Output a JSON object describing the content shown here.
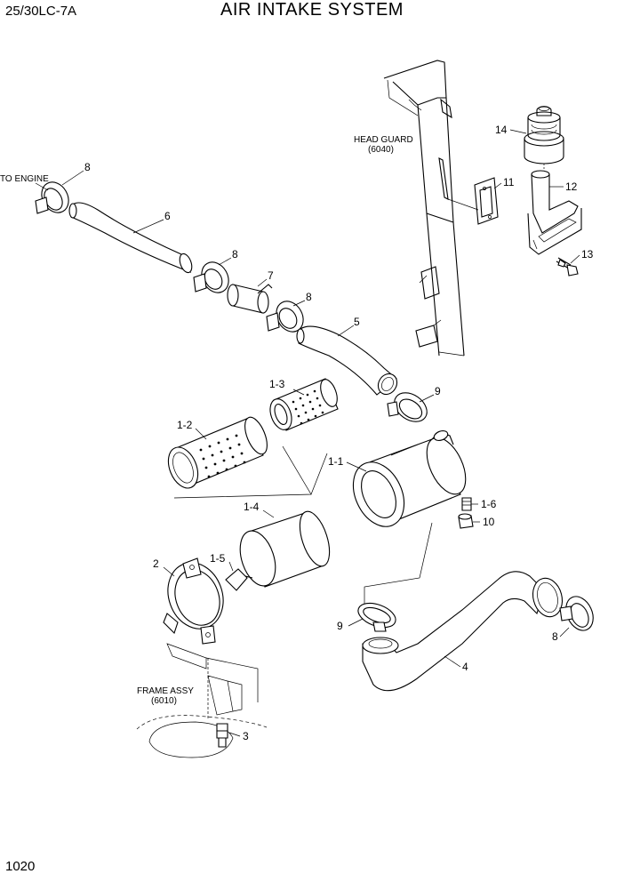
{
  "header": {
    "model": "25/30LC-7A",
    "title": "AIR INTAKE SYSTEM"
  },
  "footer": {
    "page_number": "1020"
  },
  "notes": {
    "to_engine": "TO ENGINE",
    "head_guard": "HEAD GUARD",
    "head_guard_ref": "(6040)",
    "frame_assy": "FRAME ASSY",
    "frame_assy_ref": "(6010)"
  },
  "callouts": {
    "c1": "8",
    "c2": "6",
    "c3": "8",
    "c4": "7",
    "c5": "8",
    "c6": "5",
    "c7": "1-3",
    "c8": "9",
    "c9": "1-2",
    "c10": "1-1",
    "c11": "1-6",
    "c12": "10",
    "c13": "1-4",
    "c14": "1-5",
    "c15": "2",
    "c16": "9",
    "c17": "8",
    "c18": "4",
    "c19": "3",
    "c20": "14",
    "c21": "11",
    "c22": "12",
    "c23": "13"
  }
}
